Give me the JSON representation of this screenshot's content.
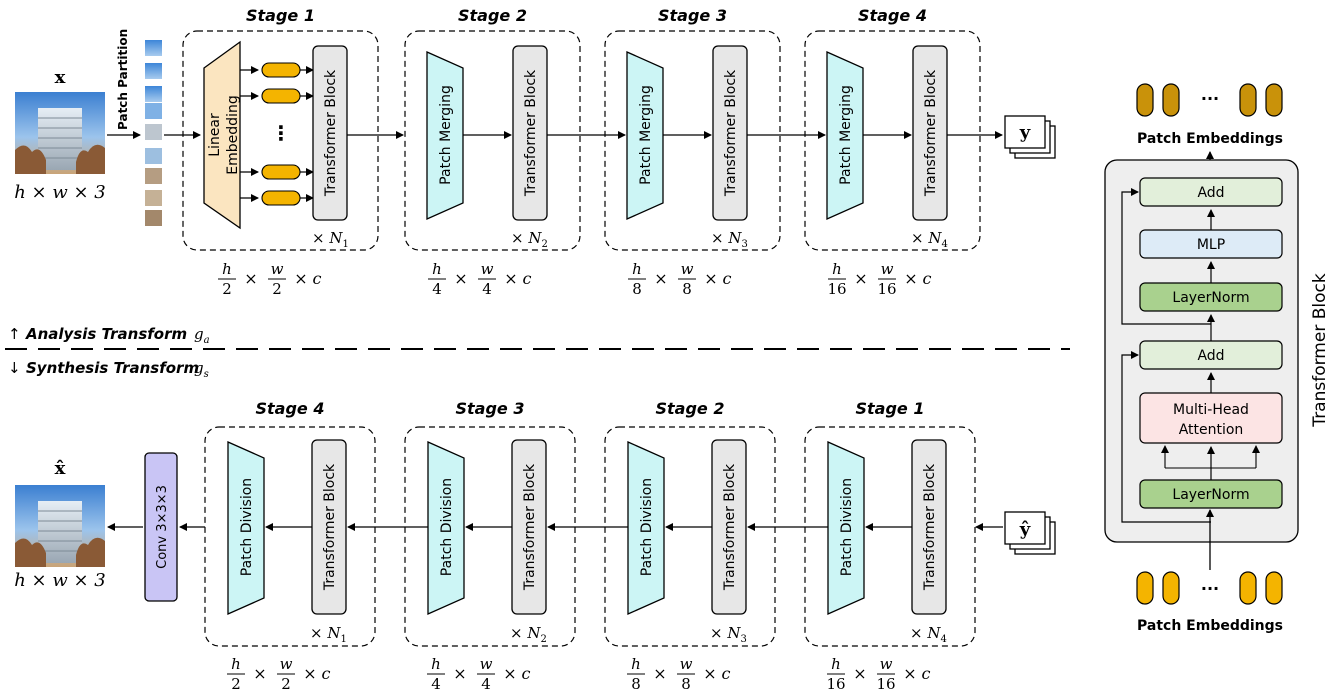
{
  "input": {
    "symbol": "x",
    "shape": "h × w × 3"
  },
  "output": {
    "symbol": "x̂",
    "shape": "h × w × 3"
  },
  "patch_partition_label": "Patch Partition",
  "latent": {
    "y": "y",
    "y_hat": "ŷ"
  },
  "ellipsis": "⋮",
  "analysis": {
    "label": "Analysis Transform",
    "symbol": "g",
    "sub": "a",
    "arrow": "↑",
    "stages": [
      {
        "title": "Stage 1",
        "first_block": "Linear Embedding",
        "first_block_lines": [
          "Linear",
          "Embedding"
        ],
        "block": "Transformer Block",
        "repeat": "× N",
        "repeat_sub": "1",
        "dims": [
          "h",
          "2",
          "w",
          "2",
          "c"
        ]
      },
      {
        "title": "Stage 2",
        "first_block": "Patch Merging",
        "block": "Transformer Block",
        "repeat": "× N",
        "repeat_sub": "2",
        "dims": [
          "h",
          "4",
          "w",
          "4",
          "c"
        ]
      },
      {
        "title": "Stage 3",
        "first_block": "Patch Merging",
        "block": "Transformer Block",
        "repeat": "× N",
        "repeat_sub": "3",
        "dims": [
          "h",
          "8",
          "w",
          "8",
          "c"
        ]
      },
      {
        "title": "Stage 4",
        "first_block": "Patch Merging",
        "block": "Transformer Block",
        "repeat": "× N",
        "repeat_sub": "4",
        "dims": [
          "h",
          "16",
          "w",
          "16",
          "c"
        ]
      }
    ]
  },
  "synthesis": {
    "label": "Synthesis Transform",
    "symbol": "g",
    "sub": "s",
    "arrow": "↓",
    "conv_label": "Conv 3×3×3",
    "stages": [
      {
        "title": "Stage 4",
        "first_block": "Patch Division",
        "block": "Transformer Block",
        "repeat": "× N",
        "repeat_sub": "1",
        "dims": [
          "h",
          "2",
          "w",
          "2",
          "c"
        ]
      },
      {
        "title": "Stage 3",
        "first_block": "Patch Division",
        "block": "Transformer Block",
        "repeat": "× N",
        "repeat_sub": "2",
        "dims": [
          "h",
          "4",
          "w",
          "4",
          "c"
        ]
      },
      {
        "title": "Stage 2",
        "first_block": "Patch Division",
        "block": "Transformer Block",
        "repeat": "× N",
        "repeat_sub": "3",
        "dims": [
          "h",
          "8",
          "w",
          "8",
          "c"
        ]
      },
      {
        "title": "Stage 1",
        "first_block": "Patch Division",
        "block": "Transformer Block",
        "repeat": "× N",
        "repeat_sub": "4",
        "dims": [
          "h",
          "16",
          "w",
          "16",
          "c"
        ]
      }
    ]
  },
  "transformer_block_detail": {
    "title": "Transformer Block",
    "top_label": "Patch Embeddings",
    "bottom_label": "Patch Embeddings",
    "dots": "...",
    "layers": [
      {
        "label": "Add",
        "color": "#e2efda"
      },
      {
        "label": "MLP",
        "color": "#ddebf7"
      },
      {
        "label": "LayerNorm",
        "color": "#a9d18e"
      },
      {
        "label": "Add",
        "color": "#e2efda"
      },
      {
        "label": "Multi-Head Attention",
        "lines": [
          "Multi-Head",
          "Attention"
        ],
        "color": "#fce4e4"
      },
      {
        "label": "LayerNorm",
        "color": "#a9d18e"
      }
    ]
  },
  "colors": {
    "embedding_fill": "#fbe5c0",
    "merge_fill": "#ccf5f5",
    "block_fill": "#e7e7e7",
    "conv_fill": "#c9c5f5",
    "token_fill": "#f4b400",
    "token_top_fill": "#c9920a",
    "panel_fill": "#eeeeee"
  }
}
